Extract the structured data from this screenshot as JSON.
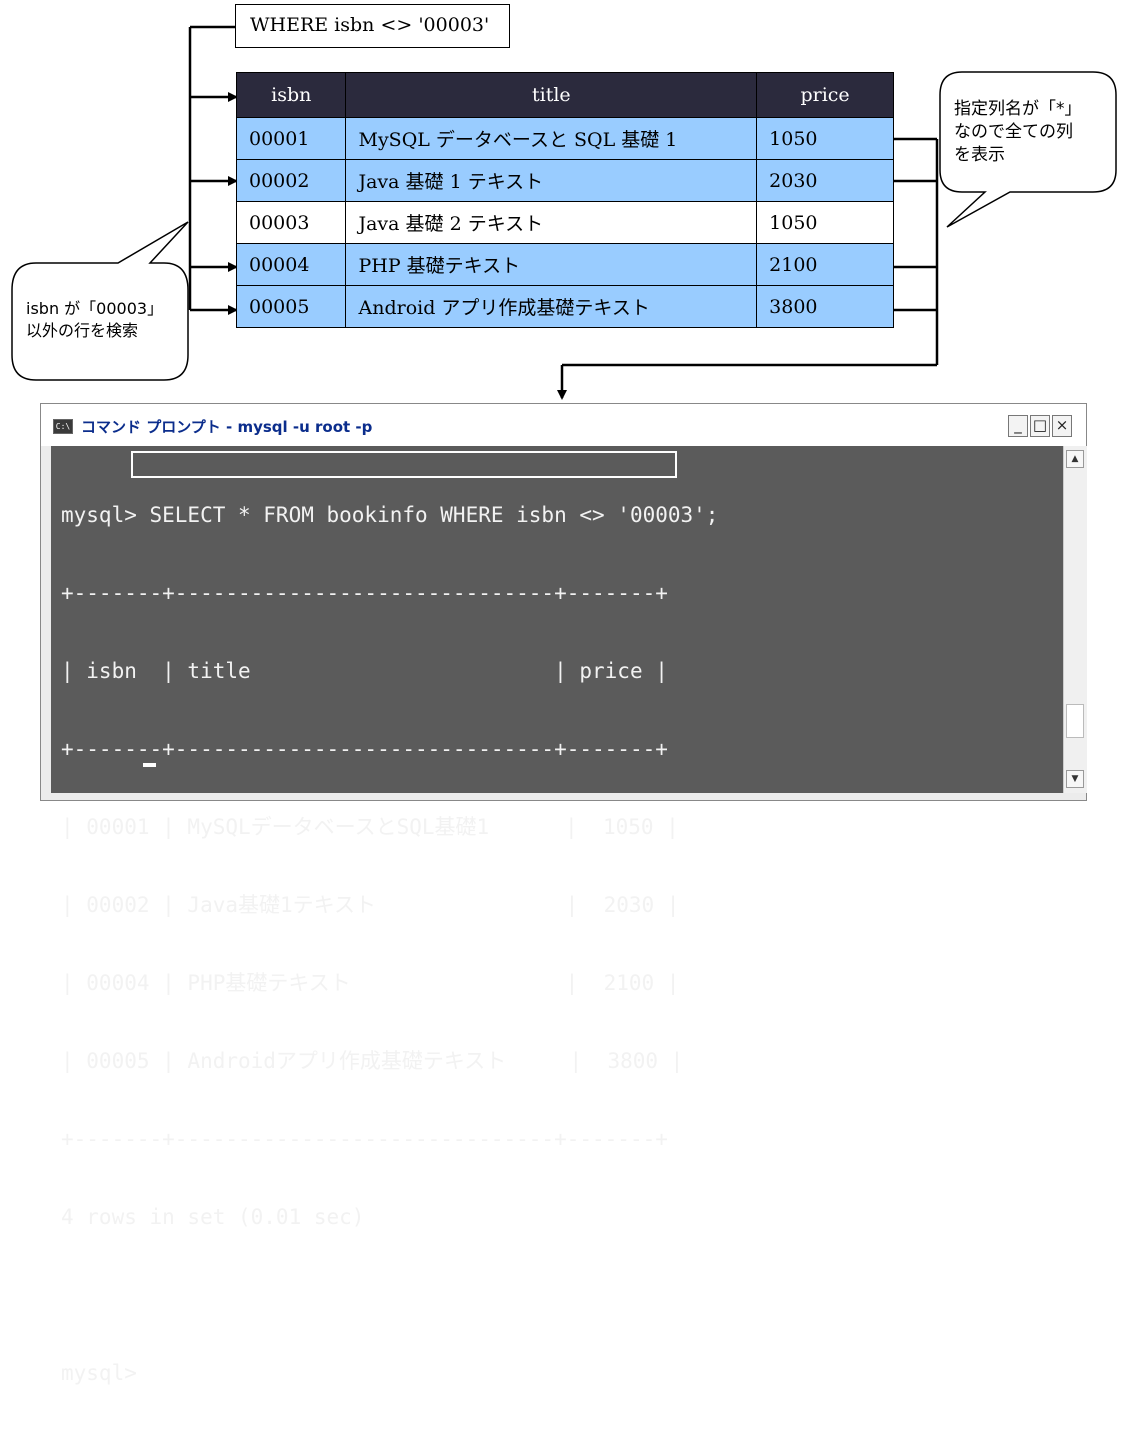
{
  "where_clause": "WHERE isbn <> '00003'",
  "table": {
    "headers": [
      "isbn",
      "title",
      "price"
    ],
    "rows": [
      {
        "isbn": "00001",
        "title": "MySQL データベースと SQL 基礎 1",
        "price": "1050",
        "highlighted": true
      },
      {
        "isbn": "00002",
        "title": "Java 基礎 1 テキスト",
        "price": "2030",
        "highlighted": true
      },
      {
        "isbn": "00003",
        "title": "Java 基礎 2 テキスト",
        "price": "1050",
        "highlighted": false
      },
      {
        "isbn": "00004",
        "title": "PHP 基礎テキスト",
        "price": "2100",
        "highlighted": true
      },
      {
        "isbn": "00005",
        "title": "Android アプリ作成基礎テキスト",
        "price": "3800",
        "highlighted": true
      }
    ]
  },
  "bubbles": {
    "right": "指定列名が「*」\nなので全ての列\nを表示",
    "left": "isbn が「00003」\n以外の行を検索"
  },
  "console": {
    "title": "コマンド プロンプト - mysql -u root -p",
    "icon_label": "C:\\",
    "lines": [
      "mysql> SELECT * FROM bookinfo WHERE isbn <> '00003';",
      "+-------+------------------------------+-------+",
      "| isbn  | title                        | price |",
      "+-------+------------------------------+-------+",
      "| 00001 | MySQLデータベースとSQL基礎1      |  1050 |",
      "| 00002 | Java基礎1テキスト               |  2030 |",
      "| 00004 | PHP基礎テキスト                 |  2100 |",
      "| 00005 | Androidアプリ作成基礎テキスト     |  3800 |",
      "+-------+------------------------------+-------+",
      "4 rows in set (0.01 sec)",
      "",
      "mysql> "
    ],
    "buttons": {
      "minimize": "_",
      "maximize": "□",
      "close": "×"
    }
  },
  "colors": {
    "header_bg": "#2b2a3d",
    "row_highlight": "#99ccff",
    "console_bg": "#5b5b5b",
    "console_title": "#0b2d8c"
  }
}
